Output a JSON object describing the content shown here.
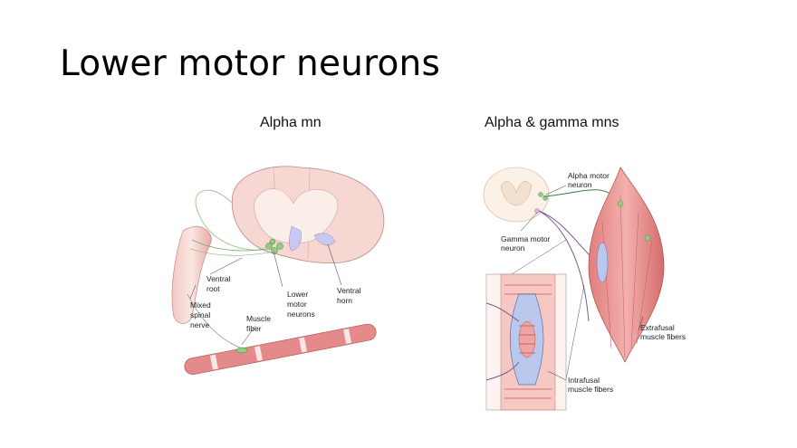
{
  "slide": {
    "title": "Lower motor neurons"
  },
  "left_panel": {
    "title": "Alpha mn",
    "labels": {
      "ventral_root": [
        "Ventral",
        "root"
      ],
      "mixed_nerve": [
        "Mixed",
        "spinal",
        "nerve"
      ],
      "lower_motor": [
        "Lower",
        "motor",
        "neurons"
      ],
      "ventral_horn": [
        "Ventral",
        "horn"
      ],
      "muscle_fiber": [
        "Muscle",
        "fiber"
      ]
    }
  },
  "right_panel": {
    "title": "Alpha & gamma mns",
    "labels": {
      "alpha": [
        "Alpha motor",
        "neuron"
      ],
      "gamma": [
        "Gamma motor",
        "neuron"
      ],
      "extrafusal": [
        "Extrafusal",
        "muscle fibers"
      ],
      "intrafusal": [
        "Intrafusal",
        "muscle fibers"
      ]
    }
  },
  "colors": {
    "muscle": "#e48a8a",
    "cord": "#f3dcd6",
    "nerve": "#7a5a8a",
    "neuron": "#8fcf7f"
  }
}
